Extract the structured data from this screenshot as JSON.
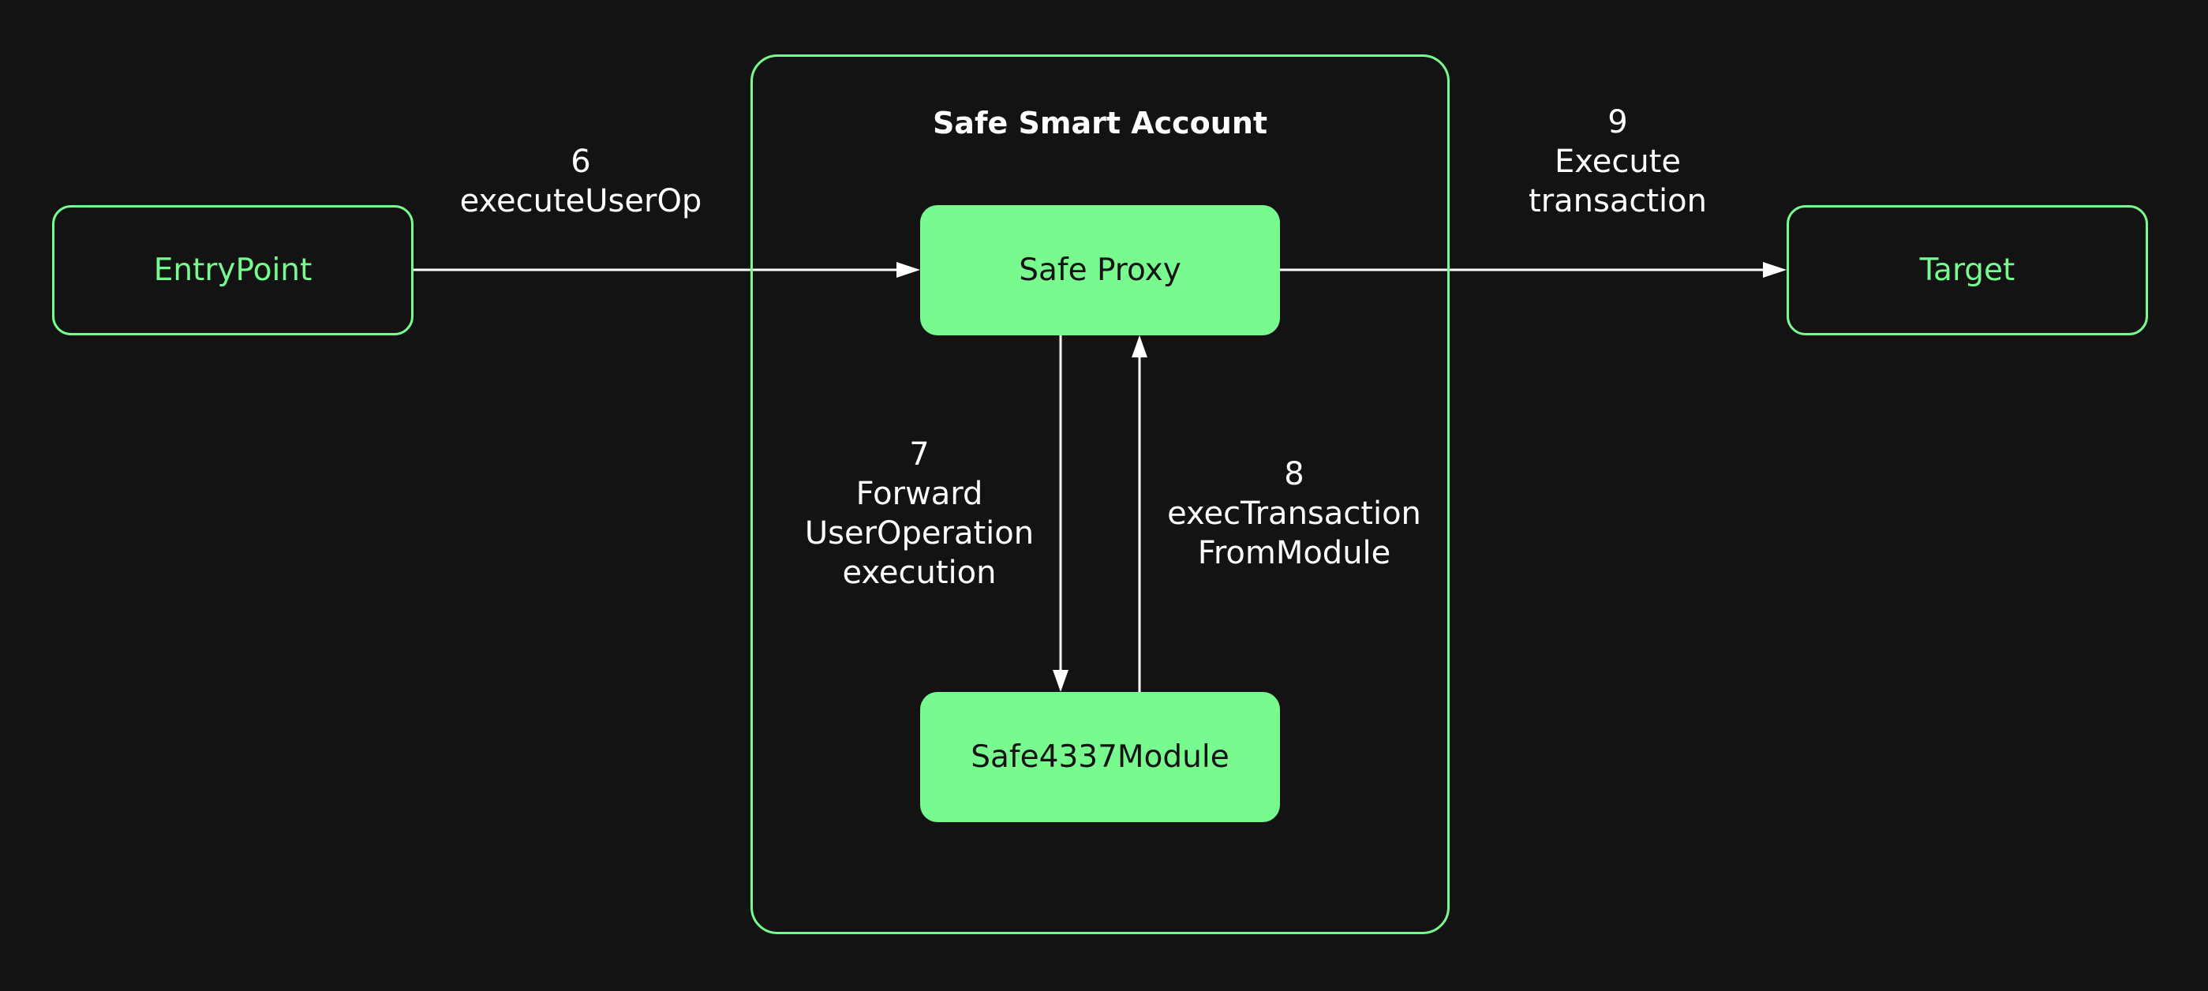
{
  "colors": {
    "background": "#131313",
    "accent": "#78fa8f",
    "text": "#ffffff",
    "node_text": "#131313"
  },
  "group": {
    "title": "Safe Smart Account"
  },
  "nodes": {
    "entrypoint": "EntryPoint",
    "safe_proxy": "Safe Proxy",
    "module": "Safe4337Module",
    "target": "Target"
  },
  "edges": {
    "step6": {
      "number": "6",
      "line1": "executeUserOp"
    },
    "step7": {
      "number": "7",
      "line1": "Forward",
      "line2": "UserOperation",
      "line3": "execution"
    },
    "step8": {
      "number": "8",
      "line1": "execTransaction",
      "line2": "FromModule"
    },
    "step9": {
      "number": "9",
      "line1": "Execute",
      "line2": "transaction"
    }
  }
}
